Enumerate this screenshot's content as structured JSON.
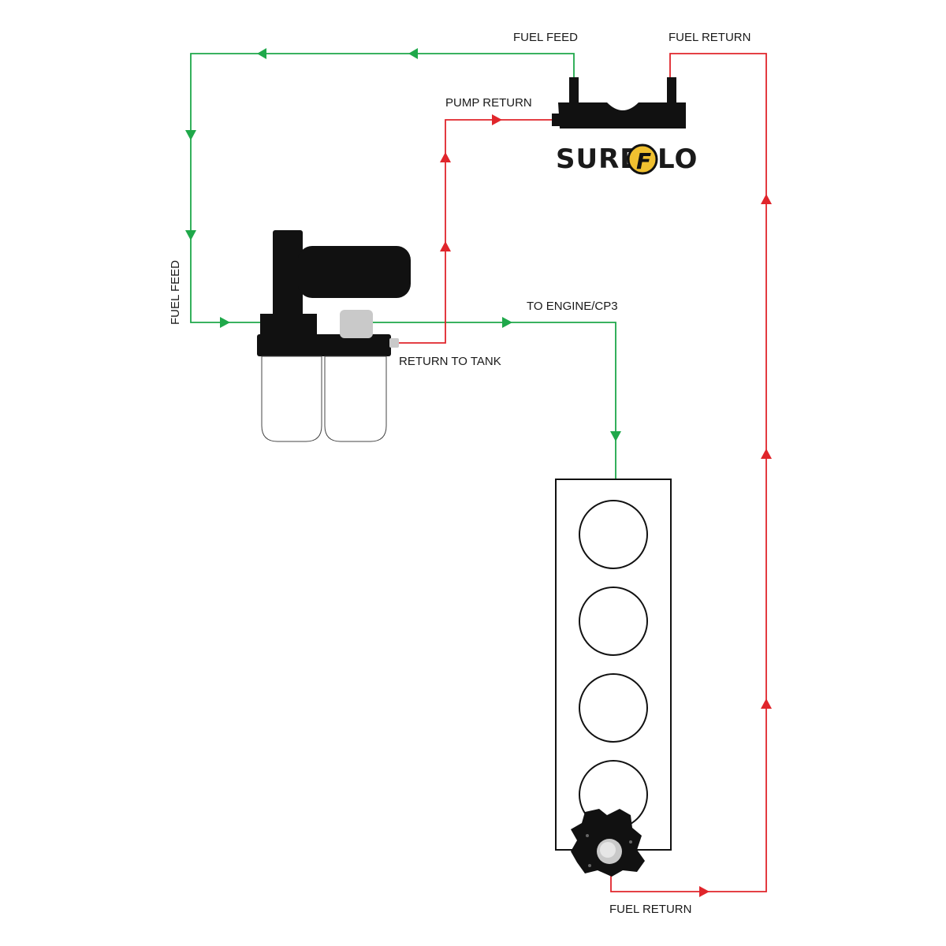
{
  "labels": {
    "fuel_feed_top": "FUEL FEED",
    "fuel_return_top": "FUEL RETURN",
    "pump_return": "PUMP RETURN",
    "fuel_feed_side": "FUEL FEED",
    "to_engine": "TO ENGINE/CP3",
    "return_to_tank": "RETURN TO TANK",
    "fuel_return_bottom": "FUEL RETURN"
  },
  "logo": {
    "left": "SURE",
    "middle": "F",
    "right": "LO"
  },
  "colors": {
    "feed": "#1fa84a",
    "return": "#e0252b",
    "component": "#111111"
  },
  "icons": [
    "lift-pump-icon",
    "sureflo-manifold-icon",
    "engine-block-icon",
    "cp3-pump-icon"
  ]
}
